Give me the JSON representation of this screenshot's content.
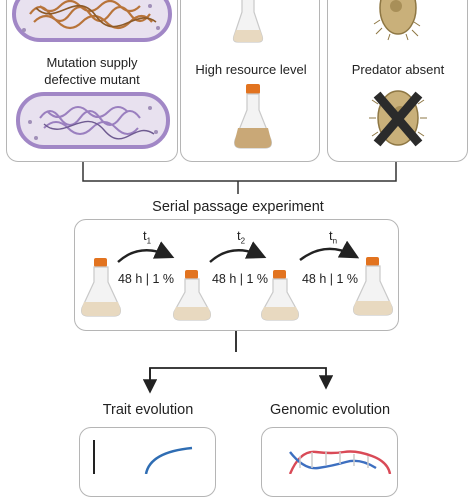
{
  "panels": {
    "mutant_label_line1": "Mutation supply",
    "mutant_label_line2": "defective mutant",
    "resource_label": "High resource level",
    "predator_label": "Predator absent"
  },
  "experiment": {
    "title": "Serial passage experiment",
    "passages": [
      {
        "time": "t",
        "sub": "1",
        "condition": "48 h | 1 %"
      },
      {
        "time": "t",
        "sub": "2",
        "condition": "48 h | 1 %"
      },
      {
        "time": "t",
        "sub": "n",
        "condition": "48 h | 1 %"
      }
    ]
  },
  "outcomes": {
    "trait": "Trait evolution",
    "genomic": "Genomic evolution"
  },
  "colors": {
    "cell_wild": "#e9b44c",
    "cell_mutant": "#9b7fc1",
    "cap": "#e2731f",
    "medium": "#e8d9c0",
    "predator": "#b59a5a",
    "dna_red": "#d94a57",
    "dna_blue": "#3d6fc0"
  }
}
